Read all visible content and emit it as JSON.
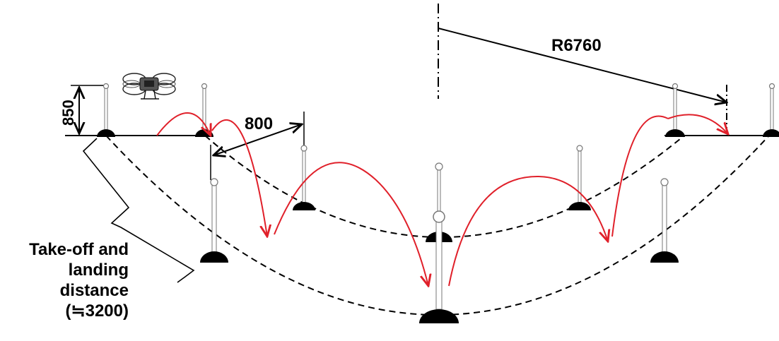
{
  "labels": {
    "height": "850",
    "spacing": "800",
    "radius": "R6760",
    "caption_lines": [
      "Take-off and",
      "landing",
      "distance",
      "(≒3200)"
    ]
  },
  "colors": {
    "flight_path": "#e0202a",
    "lines": "#000000",
    "pole": "#888888"
  }
}
